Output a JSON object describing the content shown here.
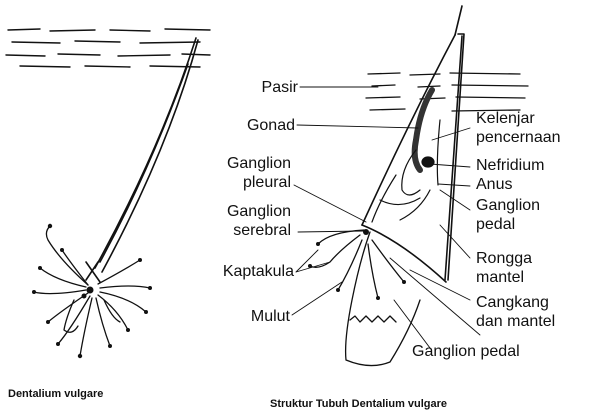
{
  "figure_left": {
    "caption": "Dentalium vulgare"
  },
  "figure_right": {
    "caption": "Struktur Tubuh Dentalium vulgare",
    "labels": {
      "pasir": "Pasir",
      "gonad": "Gonad",
      "ganglion_pleural_1": "Ganglion",
      "ganglion_pleural_2": "pleural",
      "ganglion_serebral_1": "Ganglion",
      "ganglion_serebral_2": "serebral",
      "kaptakula": "Kaptakula",
      "mulut": "Mulut",
      "kelenjar_pencernaan_1": "Kelenjar",
      "kelenjar_pencernaan_2": "pencernaan",
      "nefridium": "Nefridium",
      "anus": "Anus",
      "ganglion_pedal_right_1": "Ganglion",
      "ganglion_pedal_right_2": "pedal",
      "rongga_mantel_1": "Rongga",
      "rongga_mantel_2": "mantel",
      "cangkang_dan_mantel_1": "Cangkang",
      "cangkang_dan_mantel_2": "dan mantel",
      "ganglion_pedal_bottom": "Ganglion pedal"
    }
  },
  "colors": {
    "ink": "#111111",
    "background": "#ffffff"
  }
}
